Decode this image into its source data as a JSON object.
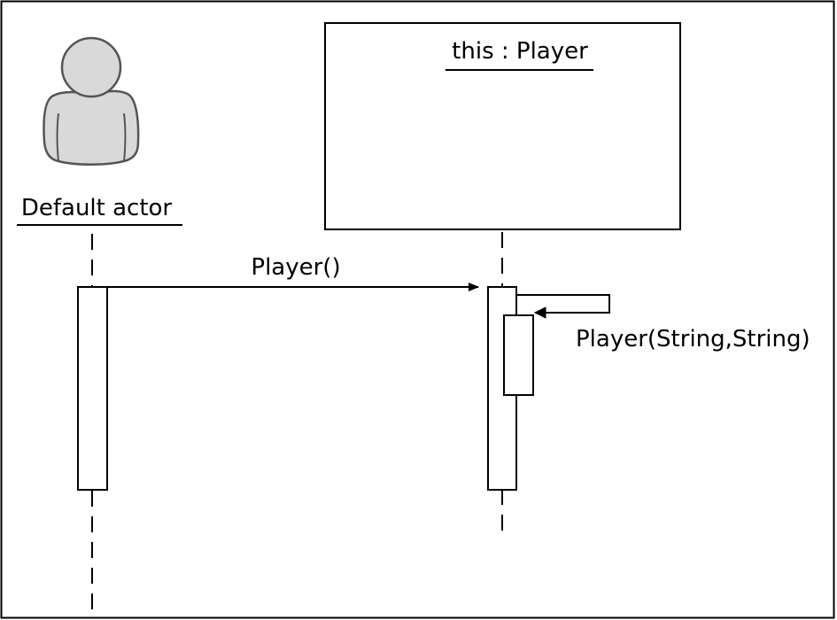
{
  "actor": {
    "label": "Default actor"
  },
  "object": {
    "label": "this : Player"
  },
  "messages": [
    {
      "label": "Player()"
    },
    {
      "label": "Player(String,String)"
    }
  ],
  "colors": {
    "stroke": "#000000",
    "actor_fill": "#d9d9d9",
    "actor_stroke": "#555555",
    "background": "#ffffff"
  },
  "icons": {
    "actor": "person-icon"
  }
}
